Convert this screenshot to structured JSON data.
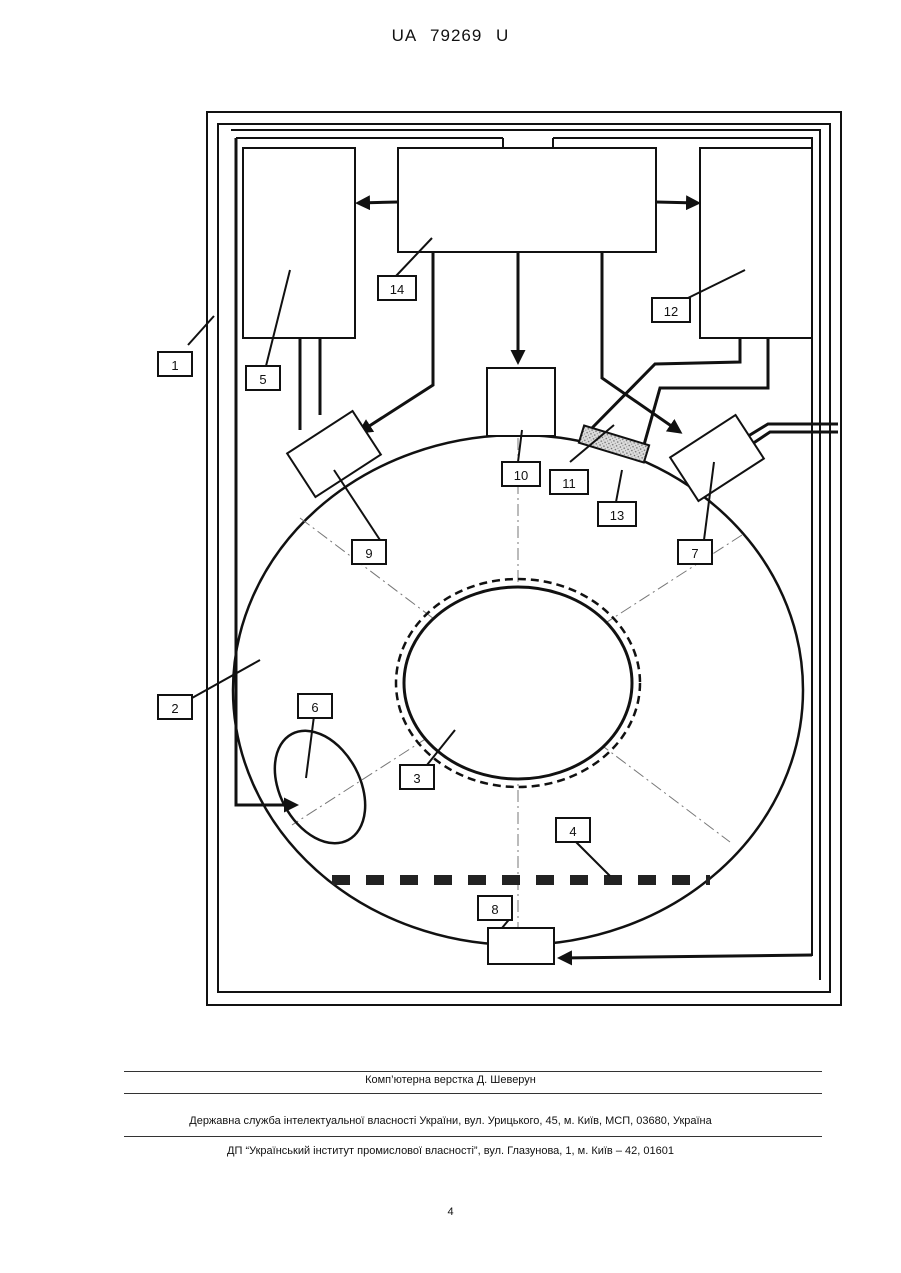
{
  "header": {
    "patent_number": "UA   79269   U"
  },
  "figure": {
    "labels": {
      "l1": "1",
      "l2": "2",
      "l3": "3",
      "l4": "4",
      "l5": "5",
      "l6": "6",
      "l7": "7",
      "l8": "8",
      "l9": "9",
      "l10": "10",
      "l11": "11",
      "l12": "12",
      "l13": "13",
      "l14": "14"
    }
  },
  "footer": {
    "layout": "Комп’ютерна верстка Д. Шеверун",
    "service": "Державна служба інтелектуальної власності України, вул. Урицького, 45, м. Київ, МСП, 03680, Україна",
    "institute": "ДП “Український інститут промислової власності”, вул. Глазунова, 1, м. Київ – 42, 01601",
    "page_number": "4"
  }
}
